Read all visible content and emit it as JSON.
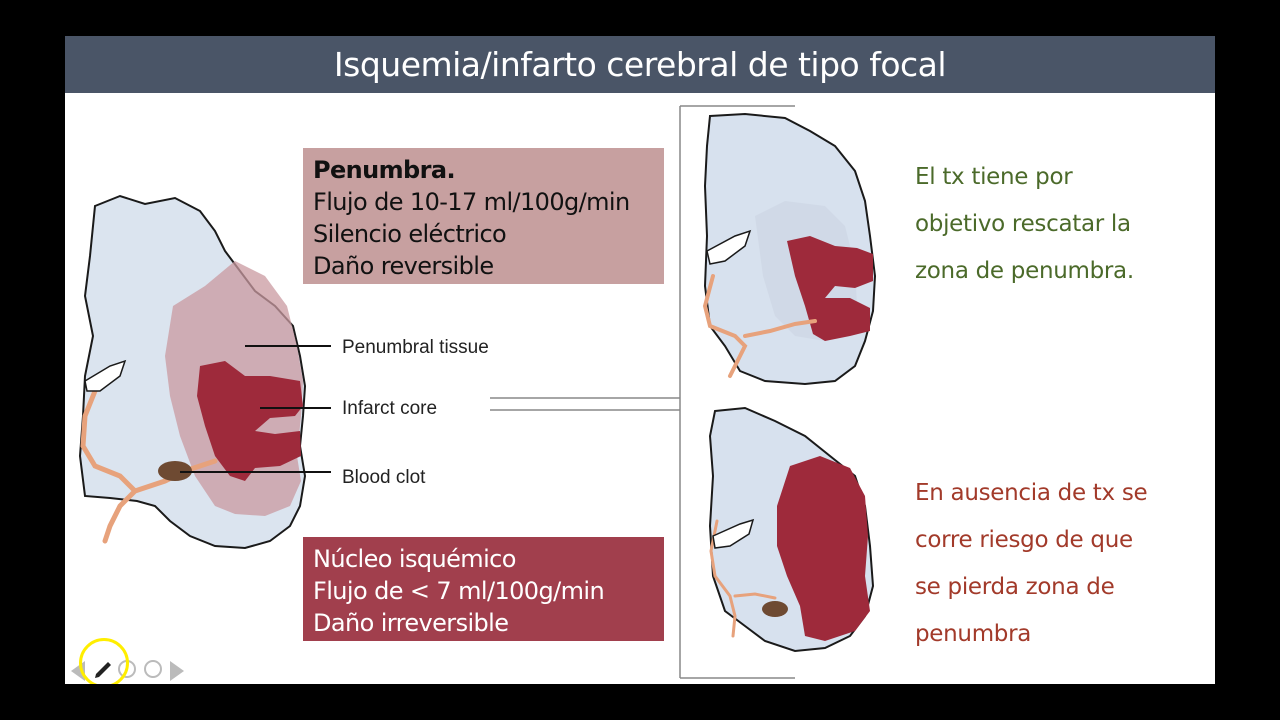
{
  "title": "Isquemia/infarto cerebral de tipo focal",
  "penumbra_box": {
    "line1": "Penumbra.",
    "line2": "Flujo de 10-17 ml/100g/min",
    "line3": "Silencio eléctrico",
    "line4": "Daño reversible"
  },
  "core_box": {
    "line1": "Núcleo isquémico",
    "line2": "Flujo de < 7 ml/100g/min",
    "line3": "Daño irreversible"
  },
  "diagram_labels": {
    "penumbral": "Penumbral tissue",
    "core": "Infarct core",
    "clot": "Blood clot"
  },
  "note_treatment": {
    "line1": "El tx tiene por",
    "line2": "objetivo rescatar la",
    "line3": "zona de penumbra."
  },
  "note_no_treatment": {
    "line1": "En ausencia de tx se",
    "line2": "corre riesgo de que",
    "line3": "se pierda zona de",
    "line4": "penumbra"
  },
  "colors": {
    "title_bar": "#4a5567",
    "penumbra": "#c7a0a0",
    "core": "#a13f4d",
    "note_green": "#4b6a2a",
    "note_red": "#a23a2a"
  }
}
